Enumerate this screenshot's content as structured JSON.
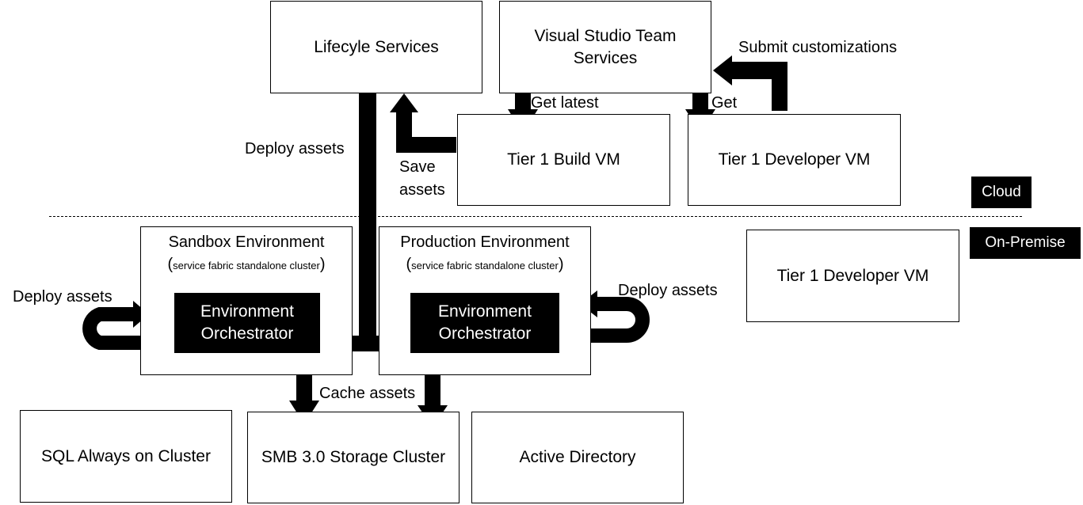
{
  "boxes": {
    "lifecycle": "Lifecyle Services",
    "vsts": "Visual Studio Team Services",
    "build_vm": "Tier 1 Build VM",
    "dev_vm_cloud": "Tier 1 Developer VM",
    "dev_vm_onprem": "Tier 1 Developer VM",
    "sql": "SQL Always on Cluster",
    "smb": "SMB 3.0 Storage Cluster",
    "ad": "Active Directory"
  },
  "environments": {
    "sandbox": {
      "title": "Sandbox Environment",
      "subtitle": "service fabric standalone cluster",
      "orchestrator": "Environment Orchestrator"
    },
    "production": {
      "title": "Production Environment",
      "subtitle": "service fabric standalone cluster",
      "orchestrator": "Environment Orchestrator"
    }
  },
  "zones": {
    "cloud": "Cloud",
    "onprem": "On-Premise"
  },
  "labels": {
    "submit_customizations": "Submit customizations",
    "get_latest": "Get latest",
    "get": "Get",
    "deploy_assets_center": "Deploy assets",
    "save_assets": "Save assets",
    "deploy_assets_left": "Deploy assets",
    "deploy_assets_right": "Deploy assets",
    "cache_assets": "Cache assets"
  }
}
